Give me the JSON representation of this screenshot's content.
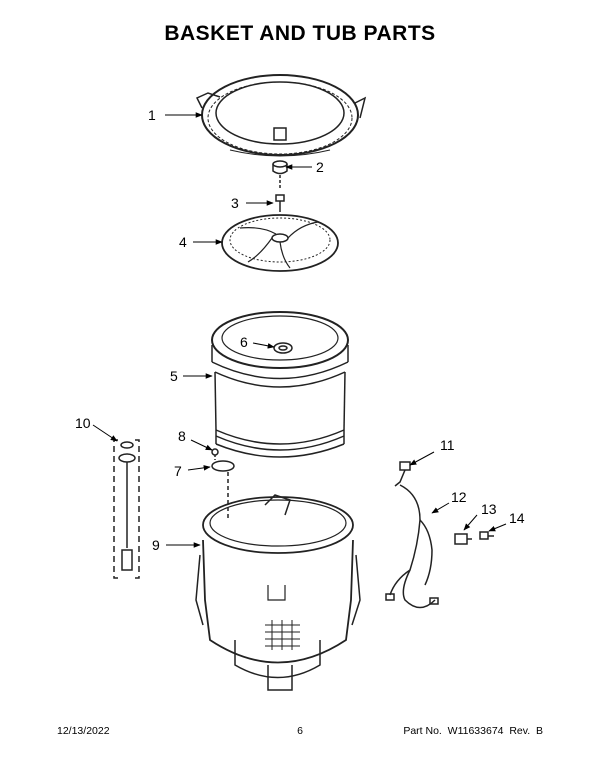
{
  "title": "BASKET AND TUB PARTS",
  "callouts": [
    "1",
    "2",
    "3",
    "4",
    "5",
    "6",
    "7",
    "8",
    "9",
    "10",
    "11",
    "12",
    "13",
    "14"
  ],
  "footer": {
    "date": "12/13/2022",
    "page": "6",
    "part": "Part No.  W11633674  Rev.  B"
  }
}
